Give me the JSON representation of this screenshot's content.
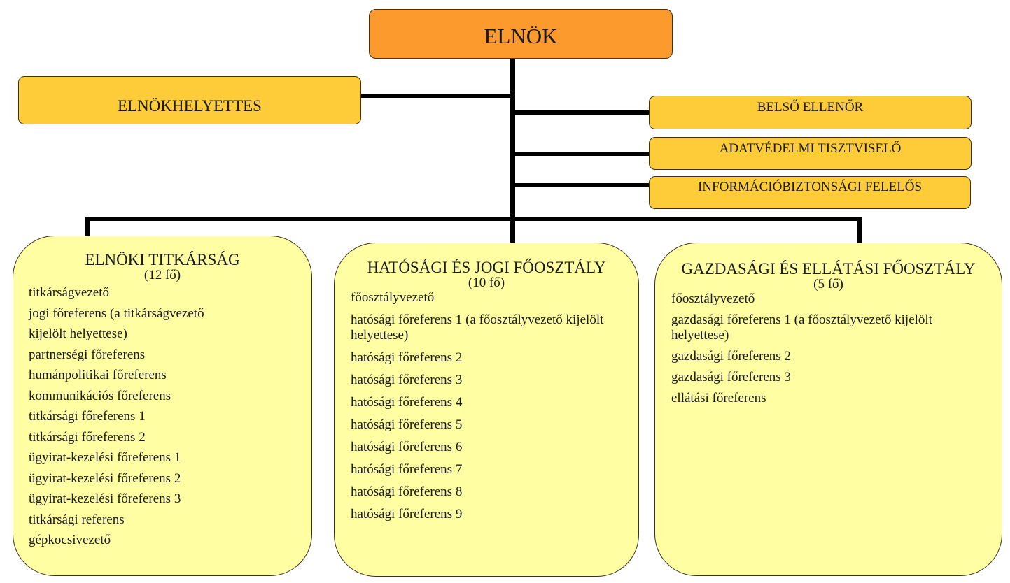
{
  "chart": {
    "head": "ELNÖK",
    "deputy": "ELNÖKHELYETTES",
    "staff": [
      "BELSŐ ELLENŐR",
      "ADATVÉDELMI TISZTVISELŐ",
      "INFORMÁCIÓBIZTONSÁGI FELELŐS"
    ],
    "departments": [
      {
        "title": "ELNÖKI TITKÁRSÁG",
        "count": "(12 fő)",
        "roles": [
          "titkárságvezető",
          "jogi főreferens (a titkárságvezető",
          "kijelölt helyettese)",
          "partnerségi főreferens",
          "humánpolitikai főreferens",
          "kommunikációs főreferens",
          "titkársági főreferens 1",
          "titkársági főreferens 2",
          "ügyirat-kezelési főreferens 1",
          "ügyirat-kezelési főreferens 2",
          "ügyirat-kezelési főreferens 3",
          "titkársági referens",
          "gépkocsivezető"
        ]
      },
      {
        "title": "HATÓSÁGI ÉS JOGI FŐOSZTÁLY",
        "count": "(10 fő)",
        "roles": [
          "főosztályvezető",
          "hatósági főreferens 1 (a főosztályvezető kijelölt helyettese)",
          "hatósági főreferens 2",
          "hatósági főreferens 3",
          "hatósági főreferens 4",
          "hatósági főreferens 5",
          "hatósági főreferens 6",
          "hatósági főreferens 7",
          "hatósági főreferens 8",
          "hatósági főreferens 9"
        ]
      },
      {
        "title": "GAZDASÁGI ÉS ELLÁTÁSI FŐOSZTÁLY",
        "count": "(5 fő)",
        "roles": [
          "főosztályvezető",
          "gazdasági főreferens 1 (a főosztályvezető kijelölt helyettese)",
          "gazdasági főreferens 2",
          "gazdasági főreferens 3",
          "ellátási főreferens"
        ]
      }
    ],
    "colors": {
      "head": "#fd9a2e",
      "deputy_and_staff": "#fecc38",
      "departments": "#fffea2",
      "connectors": "#000000"
    }
  }
}
